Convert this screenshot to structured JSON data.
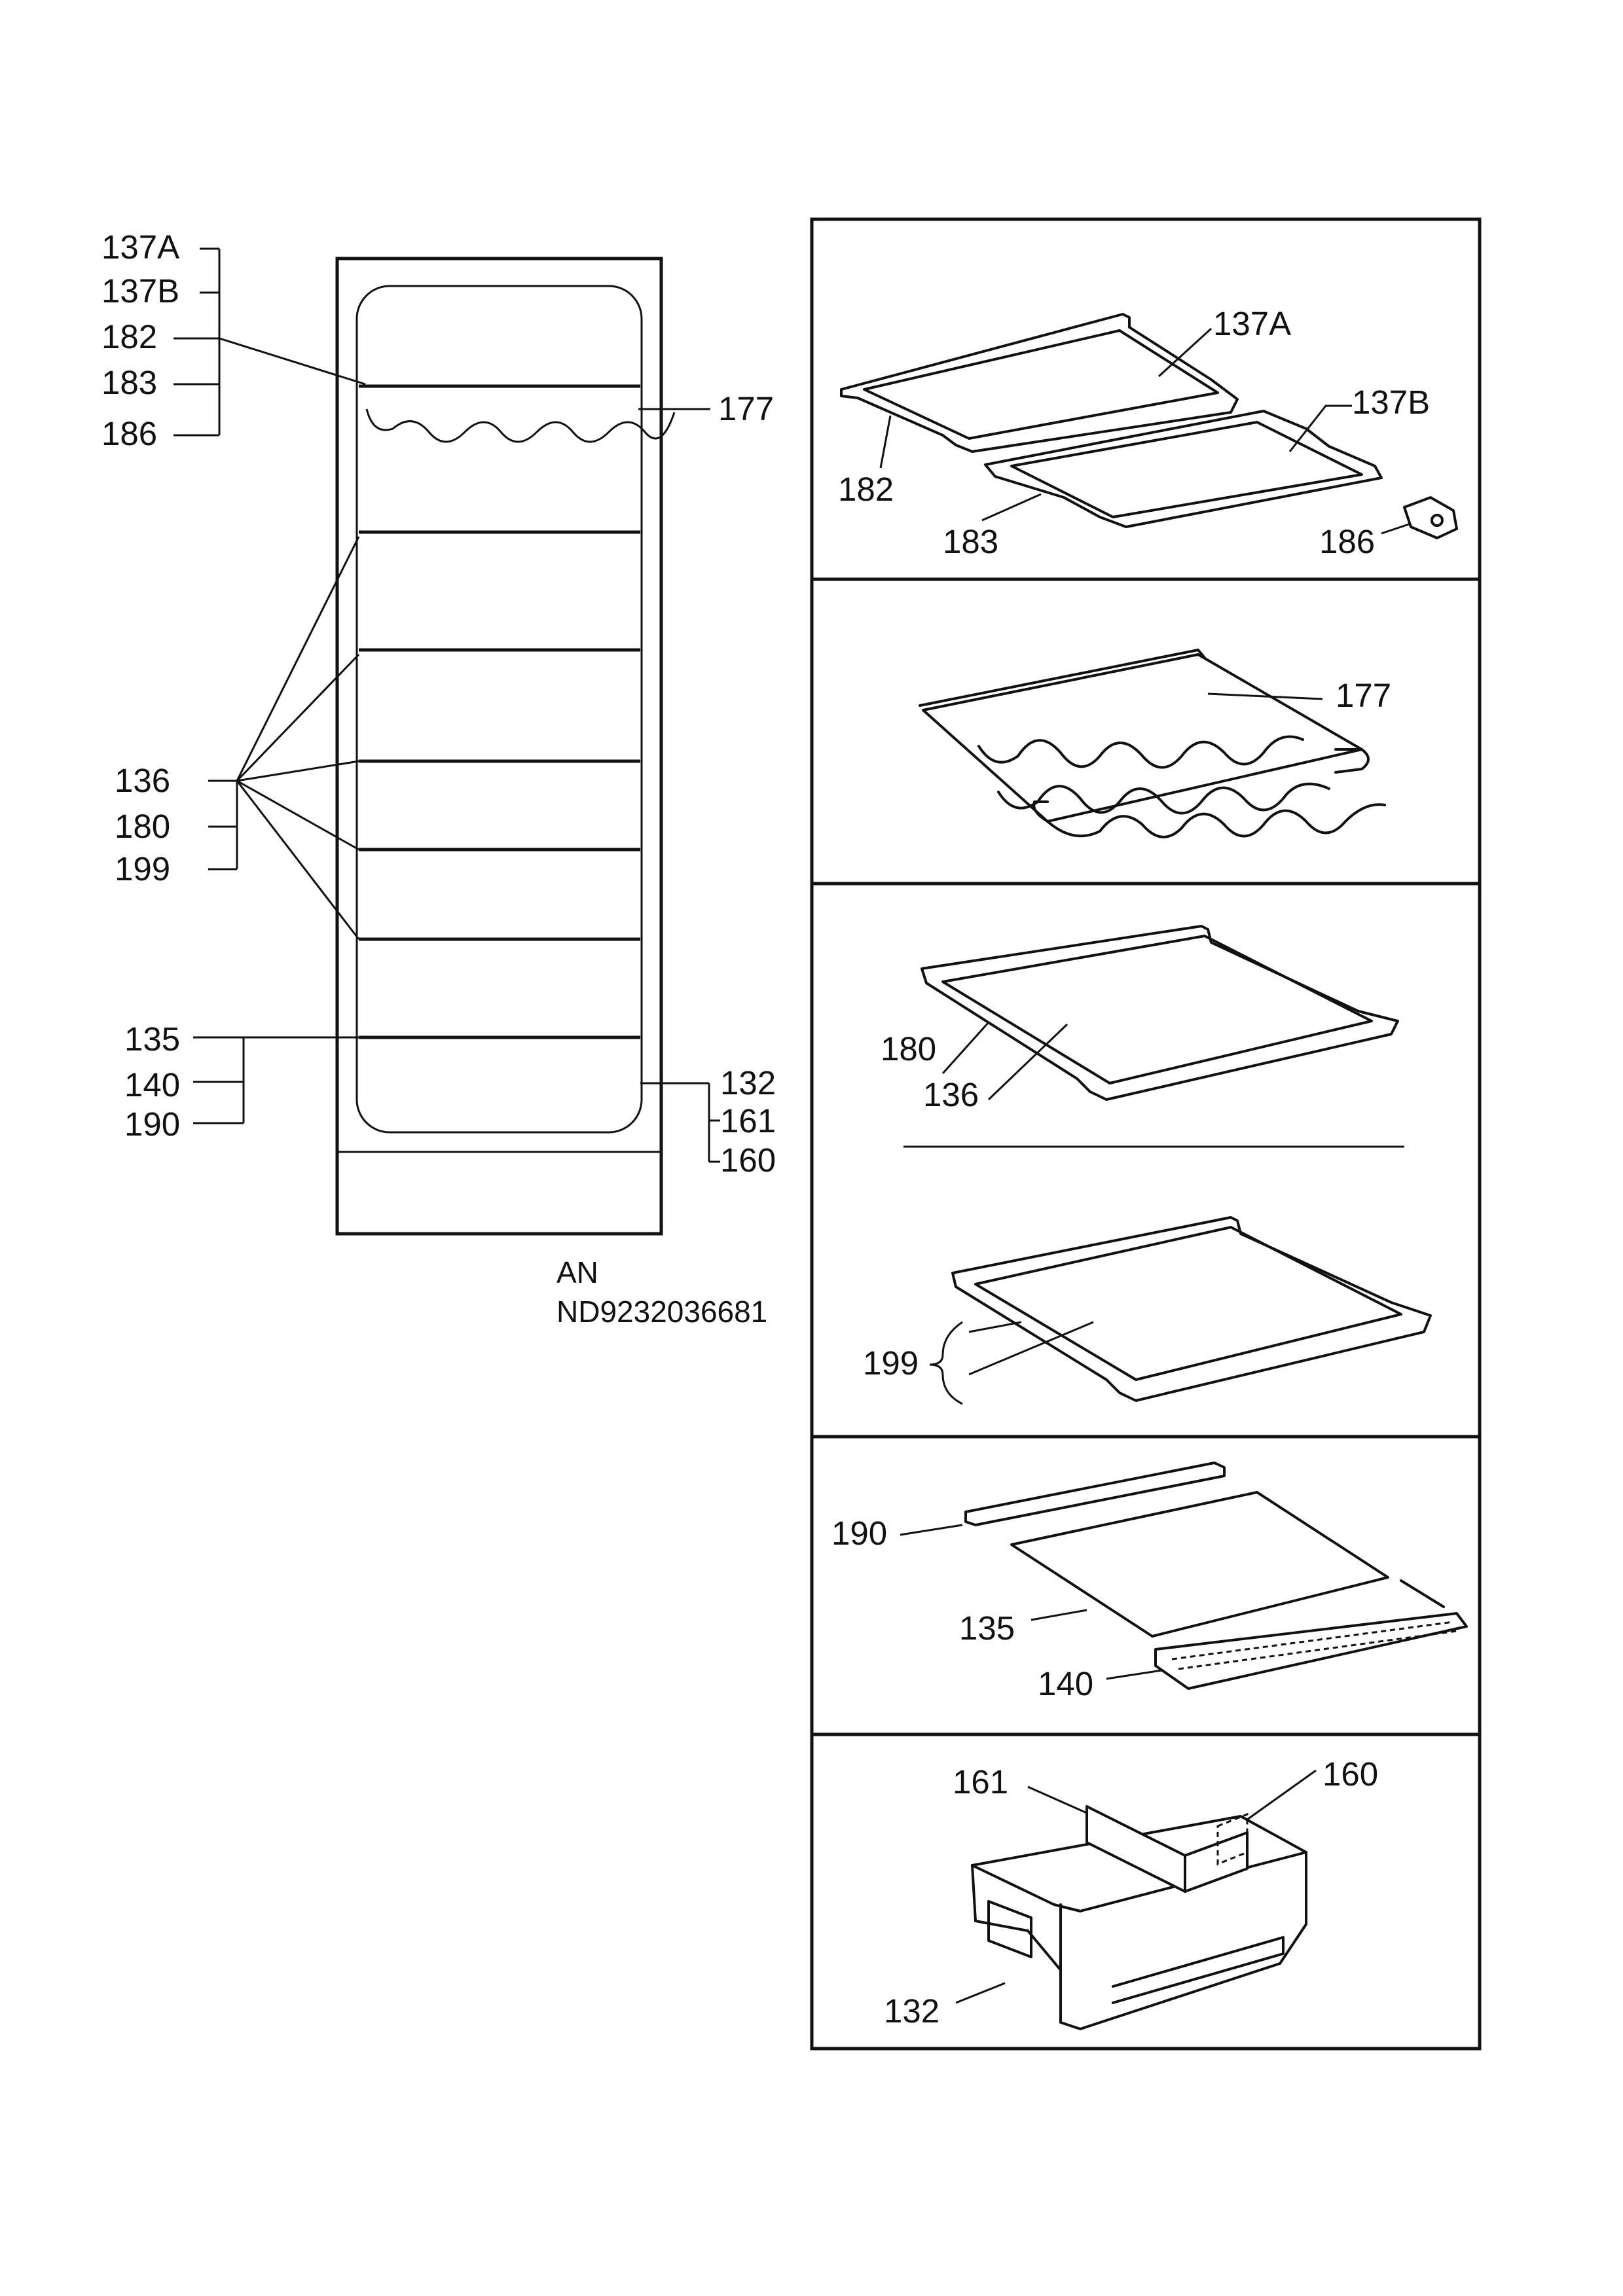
{
  "overview": {
    "labels": {
      "l137a": "137A",
      "l137b": "137B",
      "l182": "182",
      "l183": "183",
      "l186": "186",
      "l177": "177",
      "l136": "136",
      "l180": "180",
      "l199": "199",
      "l135": "135",
      "l140": "140",
      "l190": "190",
      "l132": "132",
      "l161": "161",
      "l160": "160"
    },
    "code_line1": "AN",
    "code_line2": "ND9232036681"
  },
  "panels": {
    "p1": {
      "l137a": "137A",
      "l137b": "137B",
      "l182": "182",
      "l183": "183",
      "l186": "186"
    },
    "p2": {
      "l177": "177"
    },
    "p3": {
      "l180": "180",
      "l136": "136",
      "l199": "199"
    },
    "p4": {
      "l190": "190",
      "l135": "135",
      "l140": "140"
    },
    "p5": {
      "l161": "161",
      "l160": "160",
      "l132": "132"
    }
  }
}
